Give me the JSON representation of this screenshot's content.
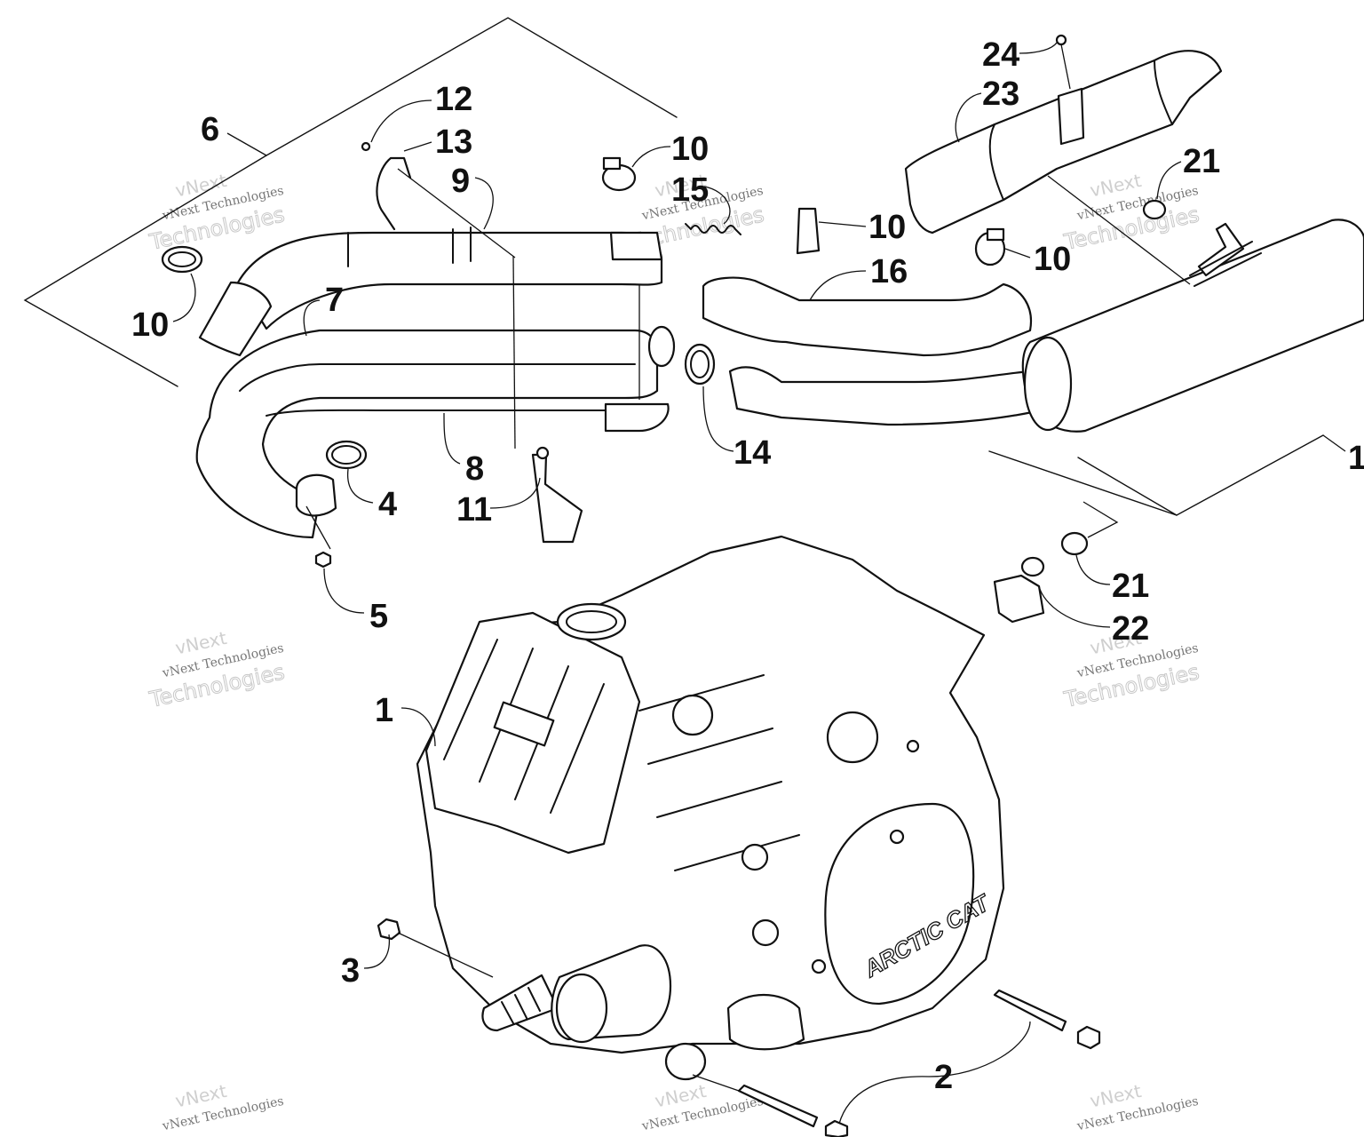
{
  "callouts": {
    "c1": "1",
    "c2": "2",
    "c3": "3",
    "c4": "4",
    "c5": "5",
    "c6": "6",
    "c7": "7",
    "c8": "8",
    "c9": "9",
    "c10a": "10",
    "c10b": "10",
    "c10c": "10",
    "c10d": "10",
    "c11": "11",
    "c12": "12",
    "c13": "13",
    "c14": "14",
    "c15": "15",
    "c16": "16",
    "c17": "1",
    "c21a": "21",
    "c21b": "21",
    "c22": "22",
    "c23": "23",
    "c24": "24"
  },
  "engine_brand": "ARCTIC CAT",
  "watermark": {
    "line1": "vNext",
    "line2": "vNext Technologies",
    "line3": "Technologies"
  }
}
